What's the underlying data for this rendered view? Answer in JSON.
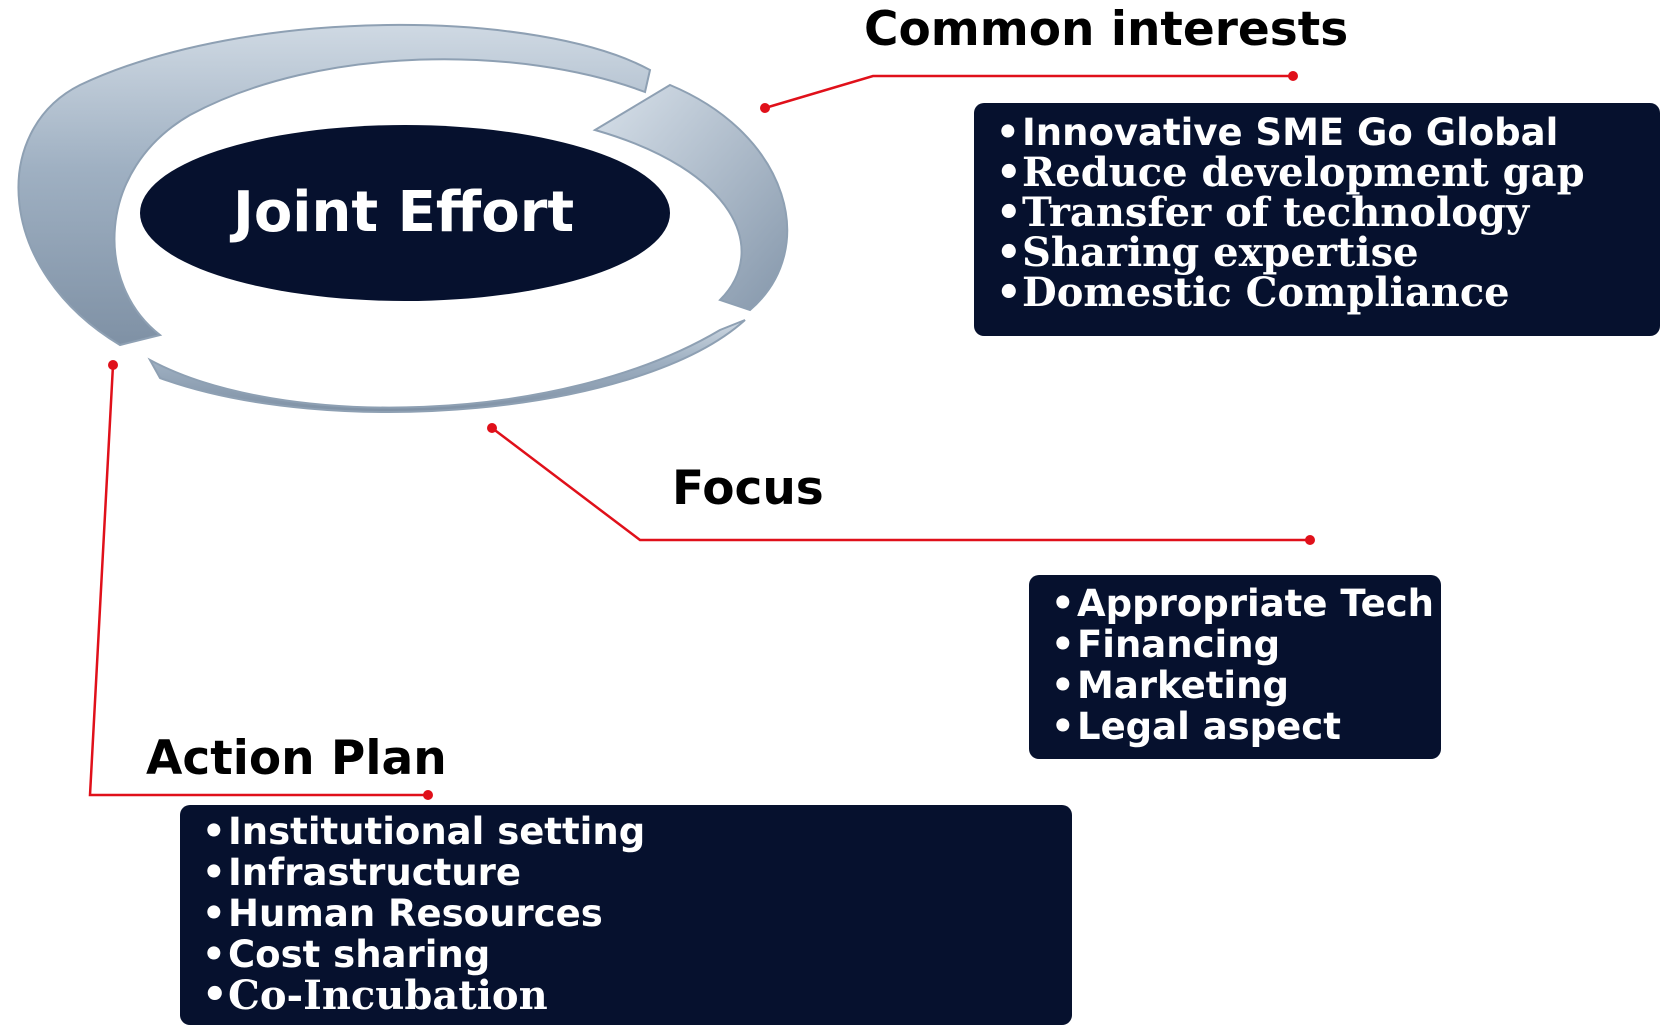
{
  "center": {
    "label": "Joint Effort"
  },
  "common_interests": {
    "heading": "Common interests",
    "items": [
      "Innovative SME Go Global",
      "Reduce development gap",
      "Transfer of technology",
      "Sharing expertise",
      "Domestic Compliance"
    ]
  },
  "focus": {
    "heading": "Focus",
    "items": [
      "Appropriate Tech",
      "Financing",
      "Marketing",
      "Legal aspect"
    ]
  },
  "action_plan": {
    "heading": "Action Plan",
    "items": [
      "Institutional setting",
      "Infrastructure",
      "Human Resources",
      "Cost sharing",
      "Co-Incubation"
    ]
  },
  "colors": {
    "box_fill": "#06112e",
    "connector": "#e0101a",
    "ring": "#a8b8c8",
    "text_on_dark": "#ffffff"
  }
}
